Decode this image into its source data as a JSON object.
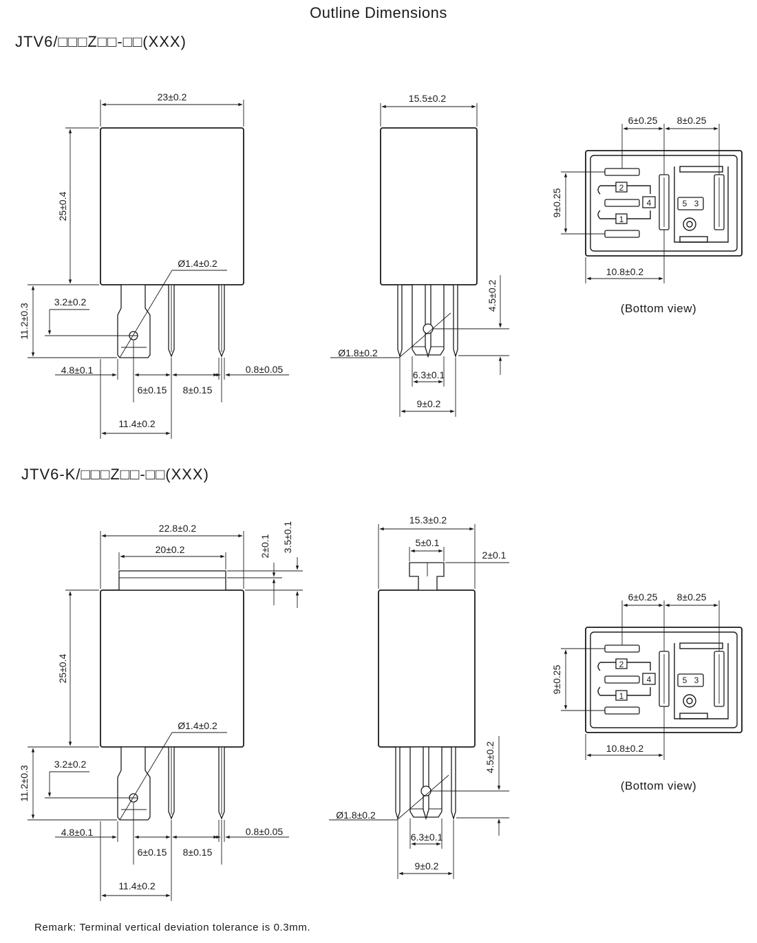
{
  "title": "Outline Dimensions",
  "sections": [
    {
      "model": "JTV6/□□□Z□□-□□(XXX)",
      "front": {
        "width": "23±0.2",
        "height": "25±0.4",
        "hole_dia": "Ø1.4±0.2",
        "tab_width": "3.2±0.2",
        "pin_length": "11.2±0.3",
        "tab_offset": "4.8±0.1",
        "pin_pitch_a": "6±0.15",
        "pin_pitch_b": "8±0.15",
        "pin_thickness": "0.8±0.05",
        "pin_span": "11.4±0.2"
      },
      "side": {
        "width": "15.5±0.2",
        "pin_tip": "4.5±0.2",
        "hole_dia": "Ø1.8±0.2",
        "tab_width": "6.3±0.1",
        "pin_span": "9±0.2"
      },
      "bottom": {
        "pitch_a": "6±0.25",
        "pitch_b": "8±0.25",
        "pitch_v": "9±0.25",
        "offset": "10.8±0.2",
        "caption": "(Bottom view)",
        "pins": [
          "2",
          "4",
          "1",
          "3",
          "5"
        ]
      }
    },
    {
      "model": "JTV6-K/□□□Z□□-□□(XXX)",
      "front": {
        "width": "22.8±0.2",
        "bracket_width": "20±0.2",
        "bracket_t": "2±0.1",
        "bracket_h": "3.5±0.1",
        "height": "25±0.4",
        "hole_dia": "Ø1.4±0.2",
        "tab_width": "3.2±0.2",
        "pin_length": "11.2±0.3",
        "tab_offset": "4.8±0.1",
        "pin_pitch_a": "6±0.15",
        "pin_pitch_b": "8±0.15",
        "pin_thickness": "0.8±0.05",
        "pin_span": "11.4±0.2"
      },
      "side": {
        "width": "15.3±0.2",
        "bracket_width": "5±0.1",
        "bracket_t": "2±0.1",
        "pin_tip": "4.5±0.2",
        "hole_dia": "Ø1.8±0.2",
        "tab_width": "6.3±0.1",
        "pin_span": "9±0.2"
      },
      "bottom": {
        "pitch_a": "6±0.25",
        "pitch_b": "8±0.25",
        "pitch_v": "9±0.25",
        "offset": "10.8±0.2",
        "caption": "(Bottom view)",
        "pins": [
          "2",
          "4",
          "1",
          "3",
          "5"
        ]
      }
    }
  ],
  "remark": "Remark: Terminal vertical deviation tolerance is 0.3mm."
}
